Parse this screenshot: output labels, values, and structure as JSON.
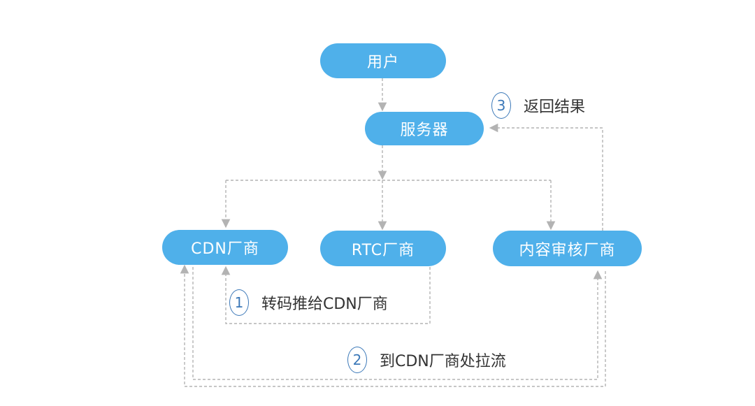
{
  "nodes": {
    "user": "用户",
    "server": "服务器",
    "cdn": "CDN厂商",
    "rtc": "RTC厂商",
    "audit": "内容审核厂商"
  },
  "steps": [
    {
      "num": "1",
      "label": "转码推给CDN厂商"
    },
    {
      "num": "2",
      "label": "到CDN厂商处拉流"
    },
    {
      "num": "3",
      "label": "返回结果"
    }
  ],
  "colors": {
    "node_fill": "#4fb0ea",
    "node_text": "#ffffff",
    "edge": "#b3b3b3",
    "step_circle": "#3b78b8",
    "step_text": "#333333"
  }
}
